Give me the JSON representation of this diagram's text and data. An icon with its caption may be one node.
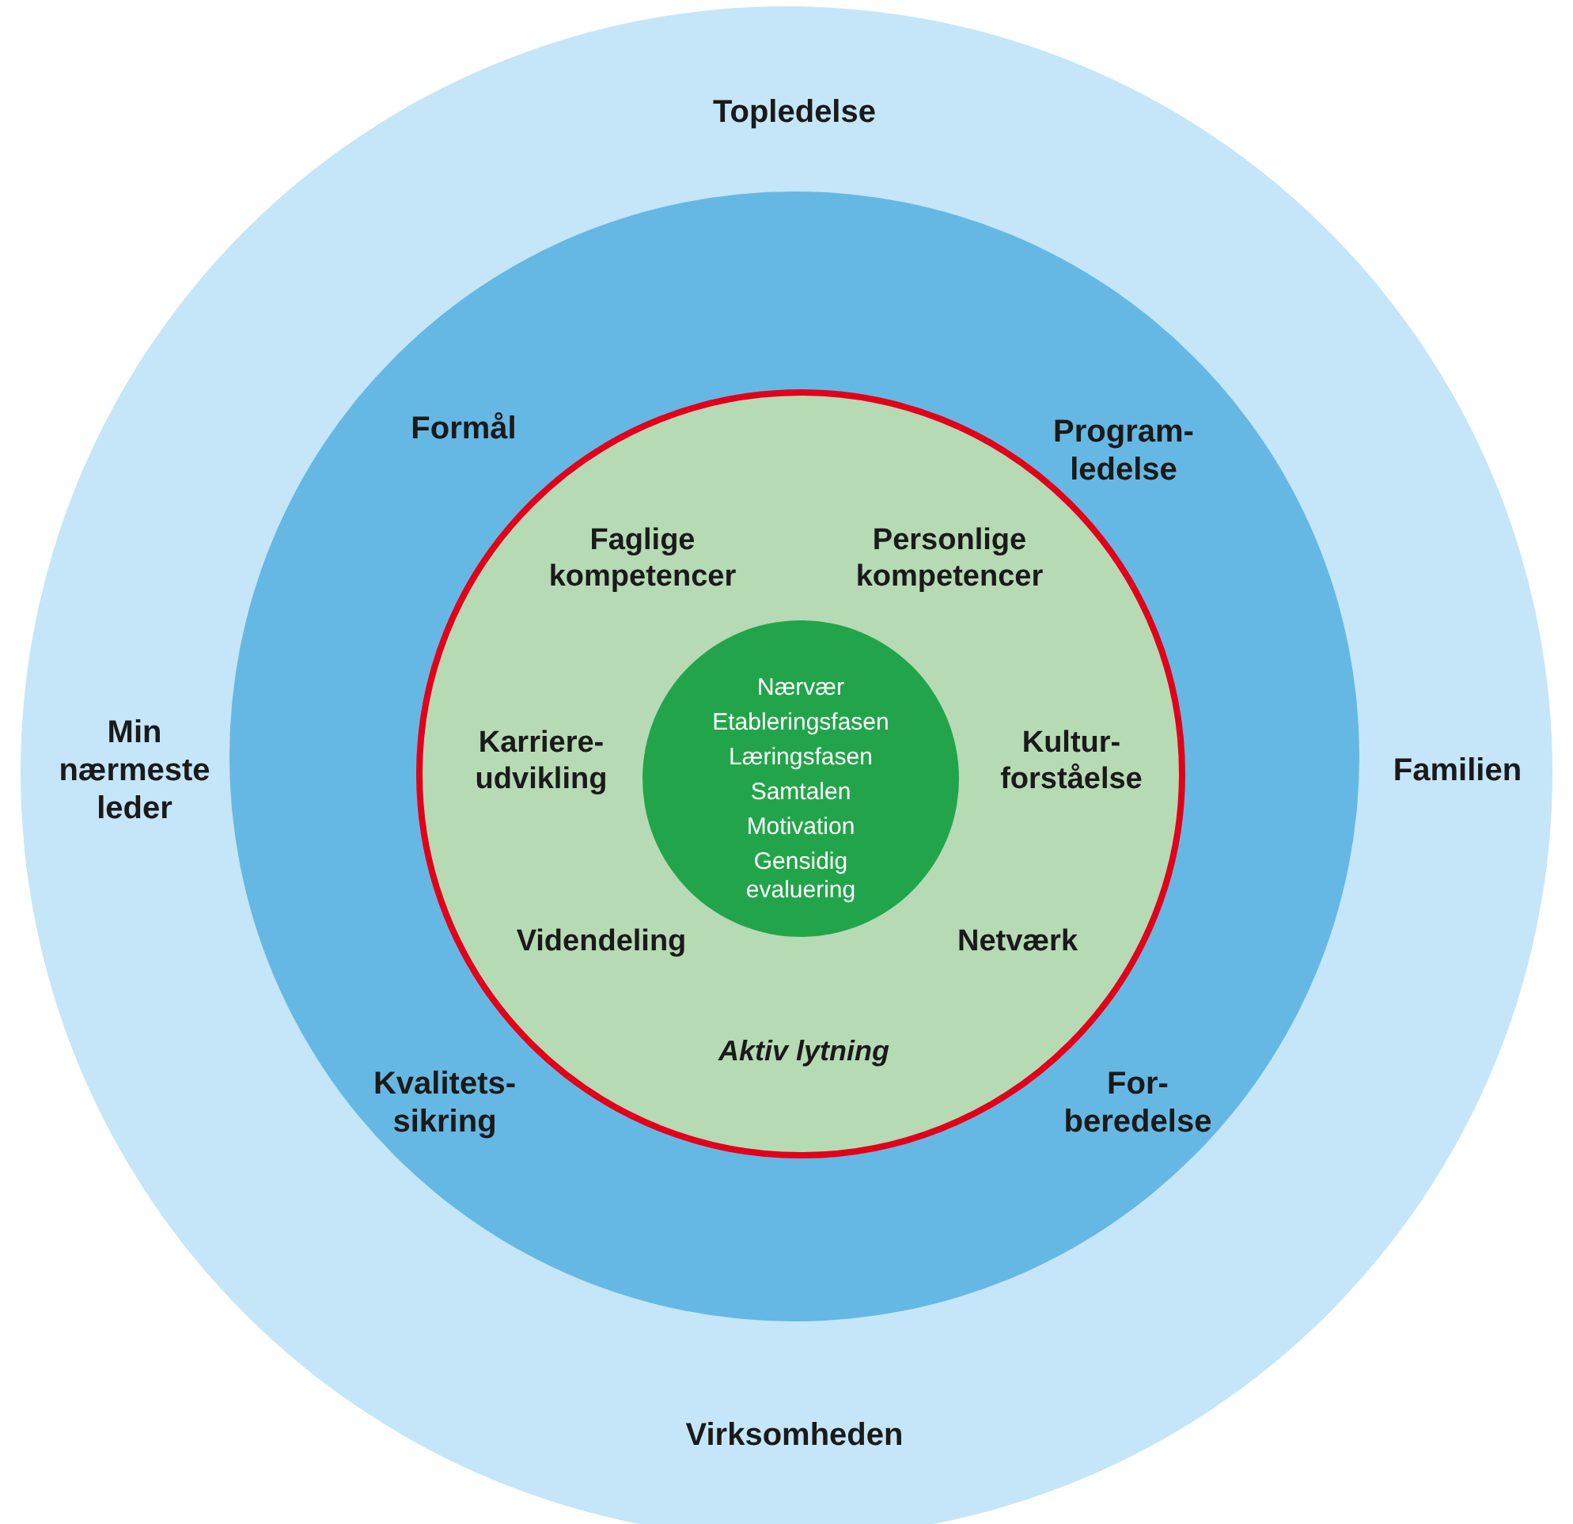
{
  "diagram": {
    "nodes": [
      {
        "text": [
          "Topledelse",
          "Min nærmeste leder",
          "Familien",
          "Virksomheden"
        ]
      },
      {
        "text": [],
        "shape": "circle",
        "in": 0
      },
      {
        "text": [
          "Faglige kompetencer",
          "Personlige kompetencer",
          "Karriere- udvikling",
          "Kultur- forståelse",
          "Videndeling",
          "Netværk",
          "Aktiv lytning"
        ],
        "in": 1
      },
      {
        "text": [
          "Nærvær",
          "Etableringsfasen",
          "Læringsfasen",
          "Samtalen",
          "Motivation",
          "Gensidig evaluering"
        ],
        "in": 2
      }
    ],
    "labels": [
      "Formål",
      "Program- ledelse",
      "Kvalitets- sikring",
      "For- beredelse"
    ]
  }
}
